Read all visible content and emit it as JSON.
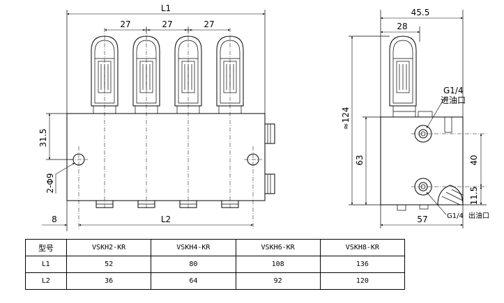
{
  "front_view": {
    "dim_L1": "L1",
    "dim_pitch": [
      "27",
      "27",
      "27"
    ],
    "dim_31_5": "31.5",
    "dim_hole": "2-Φ9",
    "dim_8": "8",
    "dim_L2": "L2"
  },
  "side_view": {
    "dim_45_5": "45.5",
    "dim_28": "28",
    "dim_124": "≈124",
    "dim_63": "63",
    "dim_40": "40",
    "dim_11_5": "11.5",
    "dim_57": "57",
    "port_in_thread": "G1/4",
    "port_in_label": "进油口",
    "port_out_thread": "G1/4",
    "port_out_label": "出油口"
  },
  "spec_table": {
    "header": [
      "型号",
      "VSKH2-KR",
      "VSKH4-KR",
      "VSKH6-KR",
      "VSKH8-KR"
    ],
    "rows": [
      {
        "label": "L1",
        "values": [
          "52",
          "80",
          "108",
          "136"
        ]
      },
      {
        "label": "L2",
        "values": [
          "36",
          "64",
          "92",
          "120"
        ]
      }
    ]
  }
}
